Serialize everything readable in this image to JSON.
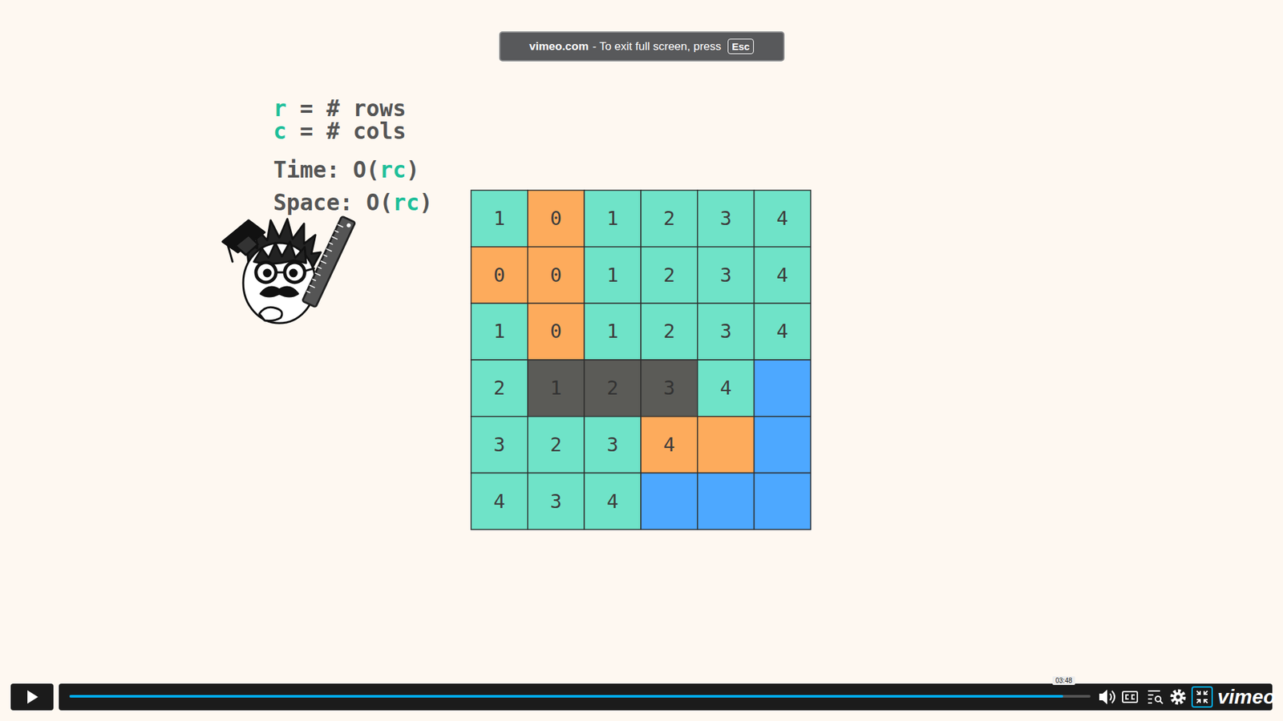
{
  "diagram": {
    "nodes": [
      {
        "text": [
          "vimeo.com",
          "- To exit full screen, press"
        ]
      },
      {
        "text": [
          "Esc"
        ],
        "in": 0
      },
      {
        "text": [
          "03:48"
        ]
      }
    ],
    "labels": [
      "r",
      "= # rows",
      "c",
      "= # cols",
      "Time: O(",
      "rc",
      ")",
      "Space: O(",
      "rc",
      ")",
      "1",
      "0",
      "1",
      "2",
      "3",
      "4",
      "0",
      "0",
      "1",
      "2",
      "3",
      "4",
      "1",
      "0",
      "1",
      "2",
      "3",
      "4",
      "2",
      "1",
      "2",
      "3",
      "4",
      "3",
      "2",
      "3",
      "4",
      "4",
      "3",
      "4",
      "vimeo"
    ]
  }
}
